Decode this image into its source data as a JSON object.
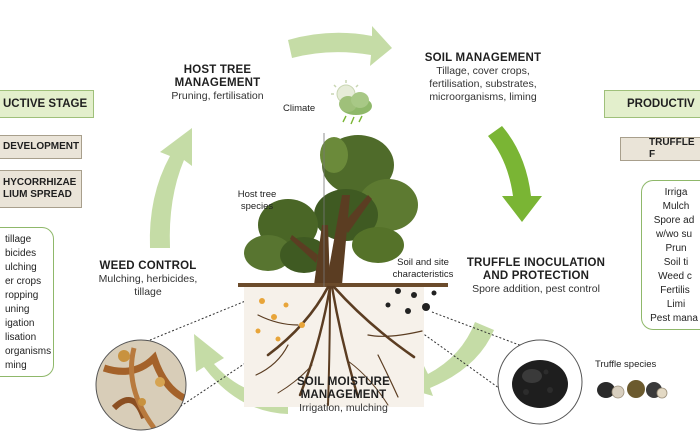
{
  "colors": {
    "arrow_green": "#c5dca6",
    "arrow_dark_green": "#7ab534",
    "stage_bar_fill": "#e3efcc",
    "stage_bar_border": "#9fc07a",
    "tan_box_fill": "#eae4d8",
    "list_border": "#8fb86a"
  },
  "cycle": {
    "host_tree": {
      "title_line1": "HOST TREE",
      "title_line2": "MANAGEMENT",
      "subtitle": "Pruning, fertilisation"
    },
    "soil_management": {
      "title": "SOIL MANAGEMENT",
      "lines": [
        "Tillage, cover crops,",
        "fertilisation, substrates,",
        "microorganisms, liming"
      ]
    },
    "truffle_inoculation": {
      "title_line1": "TRUFFLE INOCULATION",
      "title_line2": "AND PROTECTION",
      "subtitle": "Spore addition, pest control"
    },
    "soil_moisture": {
      "title_line1": "SOIL MOISTURE",
      "title_line2": "MANAGEMENT",
      "subtitle": "Irrigation, mulching"
    },
    "weed_control": {
      "title": "WEED CONTROL",
      "lines": [
        "Mulching, herbicides,",
        "tillage"
      ]
    }
  },
  "labels": {
    "climate": "Climate",
    "host_tree_species_line1": "Host tree",
    "host_tree_species_line2": "species",
    "soil_site_line1": "Soil and site",
    "soil_site_line2": "characteristics",
    "truffle_species": "Truffle species"
  },
  "left_panel": {
    "stage_bar": "UCTIVE STAGE",
    "box1": "DEVELOPMENT",
    "box2_line1": "HYCORRHIZAE",
    "box2_line2": "LIUM SPREAD",
    "items": [
      "tillage",
      "bicides",
      "ulching",
      "er crops",
      "ropping",
      "uning",
      "igation",
      "lisation",
      "organisms",
      "ming"
    ]
  },
  "right_panel": {
    "stage_bar": "PRODUCTIV",
    "box1": "TRUFFLE F",
    "items": [
      "Irriga",
      "Mulch",
      "Spore ad",
      "w/wo su",
      "Prun",
      "Soil ti",
      "Weed c",
      "Fertilis",
      "Limi",
      "Pest mana"
    ]
  }
}
